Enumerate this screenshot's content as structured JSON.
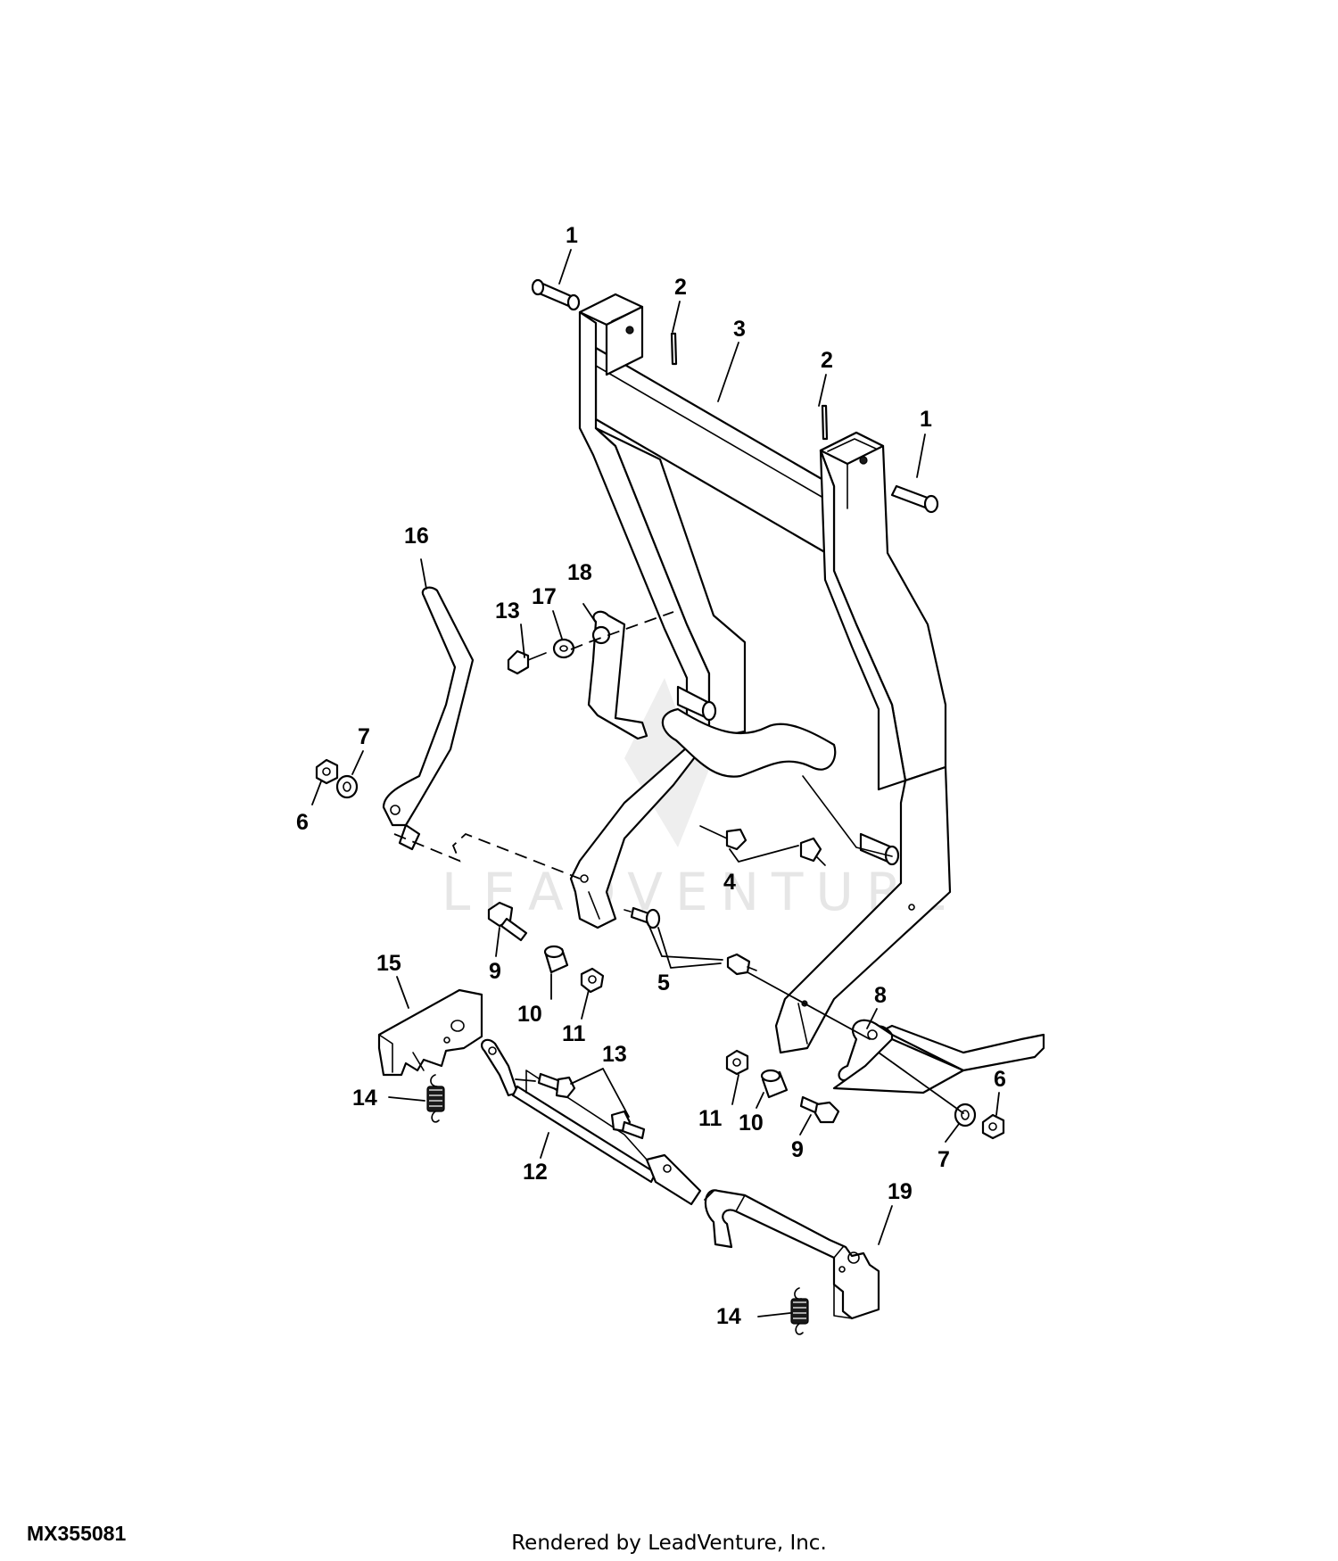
{
  "diagram": {
    "figure_code": "MX355081",
    "footer": "Rendered by LeadVenture, Inc.",
    "watermark": "LEADVENTURE",
    "callouts": [
      {
        "id": "c1a",
        "label": "1"
      },
      {
        "id": "c1b",
        "label": "1"
      },
      {
        "id": "c2a",
        "label": "2"
      },
      {
        "id": "c2b",
        "label": "2"
      },
      {
        "id": "c3",
        "label": "3"
      },
      {
        "id": "c4",
        "label": "4"
      },
      {
        "id": "c5",
        "label": "5"
      },
      {
        "id": "c6a",
        "label": "6"
      },
      {
        "id": "c6b",
        "label": "6"
      },
      {
        "id": "c7a",
        "label": "7"
      },
      {
        "id": "c7b",
        "label": "7"
      },
      {
        "id": "c8",
        "label": "8"
      },
      {
        "id": "c9a",
        "label": "9"
      },
      {
        "id": "c9b",
        "label": "9"
      },
      {
        "id": "c10a",
        "label": "10"
      },
      {
        "id": "c10b",
        "label": "10"
      },
      {
        "id": "c11a",
        "label": "11"
      },
      {
        "id": "c11b",
        "label": "11"
      },
      {
        "id": "c12",
        "label": "12"
      },
      {
        "id": "c13a",
        "label": "13"
      },
      {
        "id": "c13b",
        "label": "13"
      },
      {
        "id": "c14a",
        "label": "14"
      },
      {
        "id": "c14b",
        "label": "14"
      },
      {
        "id": "c15",
        "label": "15"
      },
      {
        "id": "c16",
        "label": "16"
      },
      {
        "id": "c17",
        "label": "17"
      },
      {
        "id": "c18",
        "label": "18"
      },
      {
        "id": "c19",
        "label": "19"
      }
    ]
  }
}
